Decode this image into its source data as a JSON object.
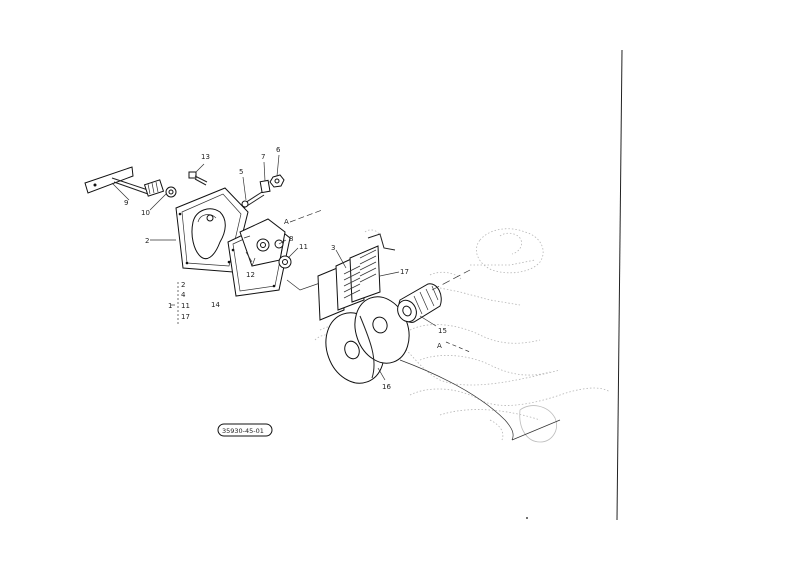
{
  "drawing_number": "35930-45-01",
  "callouts": {
    "c2": "2",
    "c3": "3",
    "c5": "5",
    "c6": "6",
    "c7": "7",
    "c8": "8",
    "c9": "9",
    "c10": "10",
    "c11": "11",
    "c12": "12",
    "c13": "13",
    "c14": "14",
    "c15": "15",
    "c16": "16",
    "c17": "17",
    "ref_a_top": "A",
    "ref_a_bottom": "A"
  },
  "kit_list": {
    "kit_number": "1",
    "items": [
      "2",
      "4",
      "11",
      "17"
    ]
  }
}
